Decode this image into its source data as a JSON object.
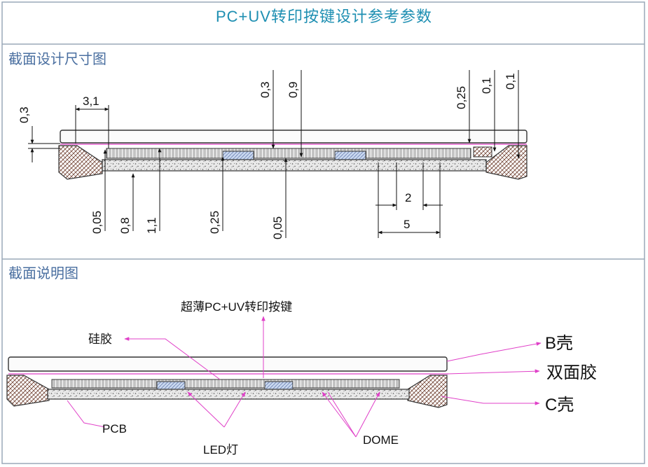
{
  "title": "PC+UV转印按键设计参考参数",
  "section1": {
    "title": "截面设计尺寸图",
    "dims_top": [
      "0,3",
      "3,1",
      "0,3",
      "0,9",
      "0,25",
      "0,1",
      "0,1"
    ],
    "dims_bottom": [
      "0,05",
      "0,8",
      "1,1",
      "0,25",
      "0,05",
      "2",
      "5"
    ]
  },
  "section2": {
    "title": "截面说明图",
    "labels": {
      "top": "超薄PC+UV转印按键",
      "silicone": "硅胶",
      "b_shell": "B壳",
      "tape": "双面胶",
      "c_shell": "C壳",
      "pcb": "PCB",
      "led": "LED灯",
      "dome": "DOME"
    }
  },
  "colors": {
    "title": "#1e8fb2",
    "section": "#4a6fa0",
    "accent": "#e040c8",
    "line": "#222222",
    "border": "#9aa8b8"
  }
}
